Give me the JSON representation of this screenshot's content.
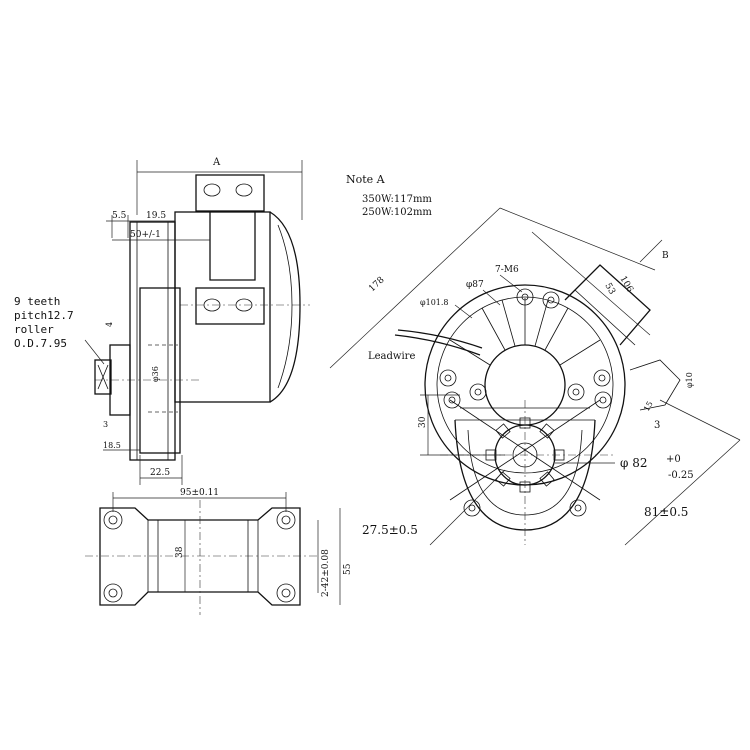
{
  "note": {
    "title": "Note A",
    "line1": "350W:117mm",
    "line2": "250W:102mm"
  },
  "side_view": {
    "dim_a": "A",
    "dim_55": "5.5",
    "dim_195": "19.5",
    "dim_50": "50+/-1",
    "dim_phi": "φ36",
    "dim_4": "4",
    "dim_3": "3",
    "dim_185": "18.5",
    "dim_225": "22.5"
  },
  "sprocket_note": {
    "line1": "9 teeth",
    "line2": "pitch12.7",
    "line3": "roller",
    "line4": "O.D.7.95"
  },
  "bottom_view": {
    "dim_95": "95±0.11",
    "dim_38": "38",
    "dim_242": "2-42±0.08",
    "dim_55": "55"
  },
  "front_view": {
    "dim_178": "178",
    "dim_B": "B",
    "dim_106": "106",
    "dim_53": "53",
    "dim_phi87": "φ87",
    "dim_phi101": "φ101.8",
    "dim_7m6": "7-M6",
    "dim_30": "30",
    "dim_phi10": "φ10",
    "dim_15": "15",
    "dim_3": "3",
    "leadwire": "Leadwire",
    "dim_phi82": "φ 82",
    "tol_plus": "+0",
    "tol_minus": "-0.25",
    "dim_275": "27.5±0.5",
    "dim_81": "81±0.5"
  }
}
